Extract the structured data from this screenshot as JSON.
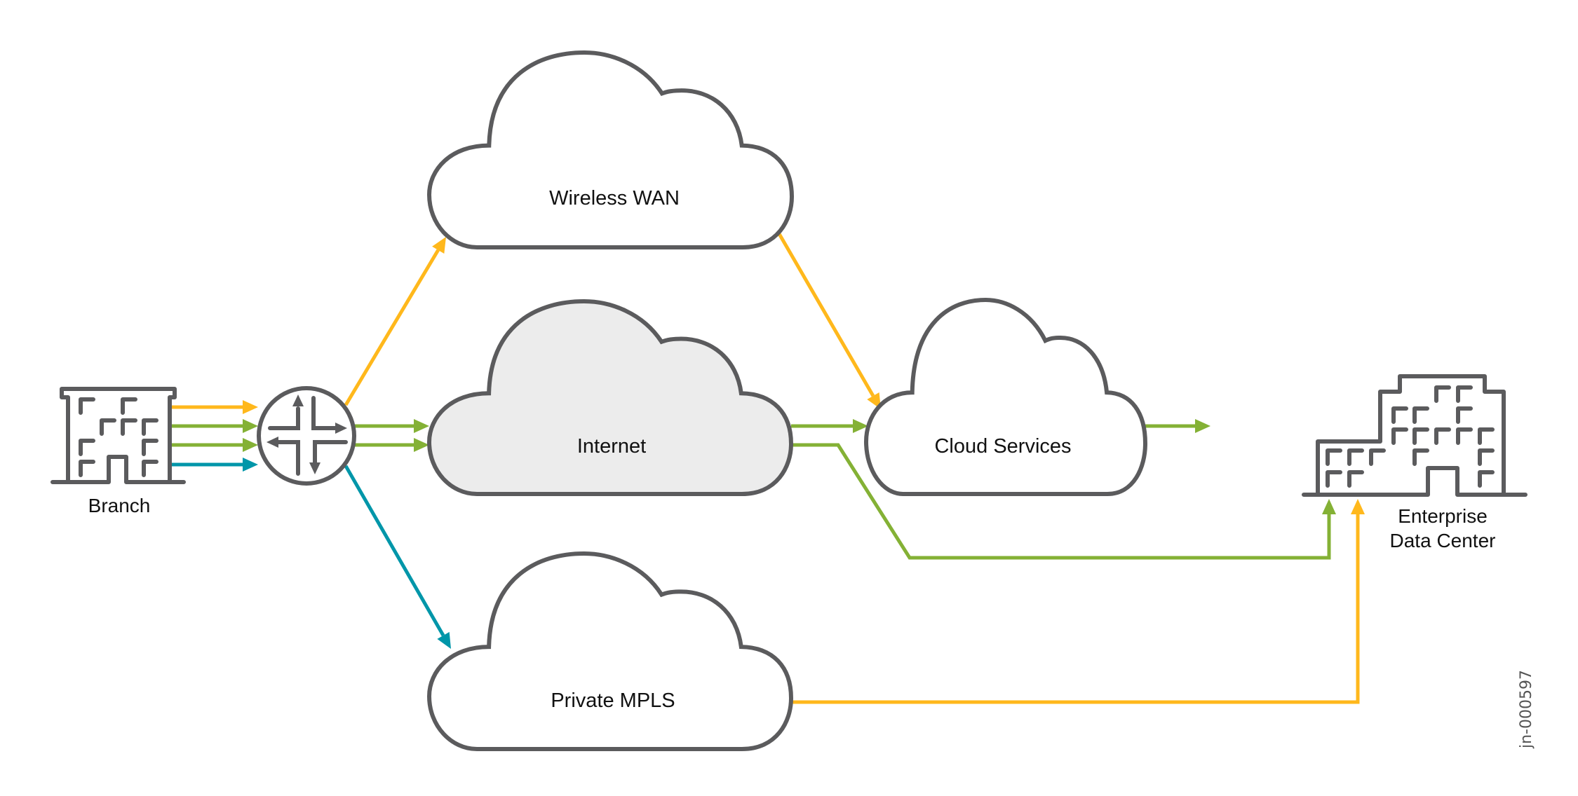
{
  "diagram": {
    "colors": {
      "outline": "#5b5b5d",
      "wireless": "#ffb81c",
      "internet": "#84b135",
      "mpls": "#0096a9",
      "internet_fill": "#ececec",
      "cloud_fill": "#ffffff"
    },
    "nodes": {
      "branch": {
        "label": "Branch",
        "icon": "building-icon"
      },
      "router": {
        "label": "",
        "icon": "router-icon"
      },
      "wireless_wan": {
        "label": "Wireless WAN",
        "icon": "cloud-icon"
      },
      "internet": {
        "label": "Internet",
        "icon": "cloud-icon"
      },
      "private_mpls": {
        "label": "Private MPLS",
        "icon": "cloud-icon"
      },
      "cloud_services": {
        "label": "Cloud Services",
        "icon": "cloud-icon"
      },
      "data_center": {
        "label_line1": "Enterprise",
        "label_line2": "Data Center",
        "icon": "datacenter-building-icon"
      }
    },
    "links": [
      {
        "from": "Branch",
        "to": "Router",
        "type": "wireless"
      },
      {
        "from": "Branch",
        "to": "Router",
        "type": "internet"
      },
      {
        "from": "Branch",
        "to": "Router",
        "type": "internet"
      },
      {
        "from": "Branch",
        "to": "Router",
        "type": "mpls"
      },
      {
        "from": "Router",
        "to": "Wireless WAN",
        "type": "wireless"
      },
      {
        "from": "Router",
        "to": "Internet",
        "type": "internet"
      },
      {
        "from": "Router",
        "to": "Internet",
        "type": "internet"
      },
      {
        "from": "Router",
        "to": "Private MPLS",
        "type": "mpls"
      },
      {
        "from": "Wireless WAN",
        "to": "Cloud Services",
        "type": "wireless"
      },
      {
        "from": "Internet",
        "to": "Cloud Services",
        "type": "internet"
      },
      {
        "from": "Internet",
        "to": "Enterprise Data Center",
        "type": "internet"
      },
      {
        "from": "Cloud Services",
        "to": "Enterprise Data Center",
        "type": "internet"
      },
      {
        "from": "Private MPLS",
        "to": "Enterprise Data Center",
        "type": "wireless"
      }
    ],
    "doc_id": "jn-000597"
  }
}
